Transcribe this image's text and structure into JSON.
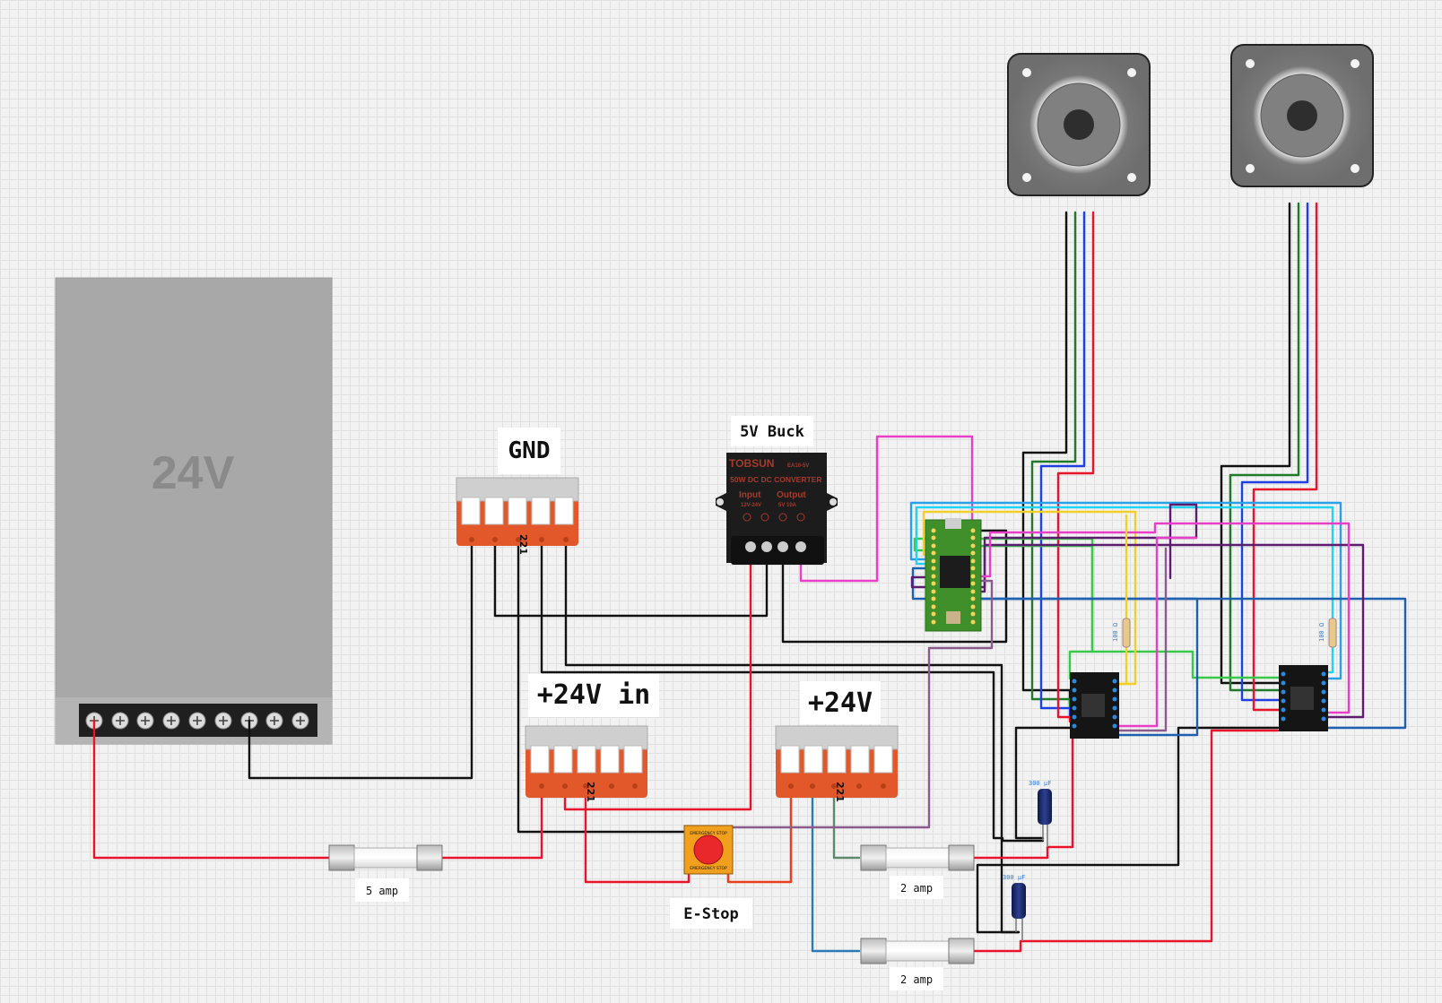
{
  "labels": {
    "psu_voltage": "24V",
    "gnd": "GND",
    "plus24_in": "+24V in",
    "plus24": "+24V",
    "buck": "5V Buck",
    "estop": "E-Stop",
    "fuse_main": "5 amp",
    "fuse_a": "2 amp",
    "fuse_b": "2 amp",
    "cap_a": "300 µF",
    "cap_b": "300 µF",
    "res_a": "100 Ω",
    "res_b": "100 Ω"
  },
  "buck_module": {
    "brand": "TOBSUN",
    "model": "EA10-5V",
    "title": "50W DC DC CONVERTER",
    "input": "Input",
    "output": "Output",
    "input_range": "12V-24V",
    "output_range": "5V 10A"
  },
  "wago_mark": "221",
  "estop_text": "EMERGENCY STOP",
  "colors": {
    "wire_black": "#111111",
    "wire_red": "#e8142c",
    "wire_magenta": "#e83fc8",
    "wire_green": "#38c94a",
    "wire_dark_green": "#1f7a2a",
    "wire_blue": "#1f3fe0",
    "wire_cyan": "#24d3f0",
    "wire_sky": "#2aa0e8",
    "wire_yellow": "#f2cf2a",
    "wire_purple": "#5c1d6e",
    "wire_violet": "#8b5a8e",
    "wire_orange_red": "#e8401c",
    "wire_steel_blue": "#2b79b8",
    "wire_navy": "#1d5fb0",
    "wire_grey_green": "#5d8a6a",
    "wago_orange": "#e3582a",
    "psu_grey": "#a8a8a8",
    "pcb_green": "#3f8f2a"
  }
}
